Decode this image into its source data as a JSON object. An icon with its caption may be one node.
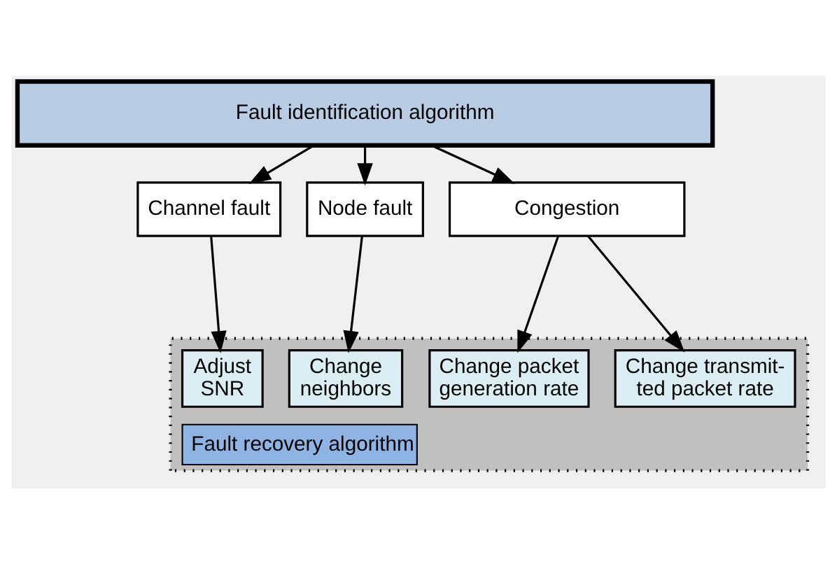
{
  "diagram": {
    "nodes": [
      {
        "text": [
          "Fault identification algorithm"
        ]
      },
      {
        "text": [
          "Channel fault"
        ]
      },
      {
        "text": [
          "Node fault"
        ]
      },
      {
        "text": [
          "Congestion"
        ]
      },
      {
        "text": [
          "Fault recovery algorithm"
        ]
      },
      {
        "text": [
          "Adjust SNR"
        ],
        "in": 4
      },
      {
        "text": [
          "Change neighbors"
        ],
        "in": 4
      },
      {
        "text": [
          "Change packet generation rate"
        ],
        "in": 4
      },
      {
        "text": [
          "Change transmit- ted packet rate"
        ],
        "in": 4
      }
    ],
    "edges": [
      {
        "from": 0,
        "to": 1,
        "arrow": "to"
      },
      {
        "from": 0,
        "to": 2,
        "arrow": "to"
      },
      {
        "from": 0,
        "to": 3,
        "arrow": "to"
      },
      {
        "from": 1,
        "to": 5,
        "arrow": "to"
      },
      {
        "from": 2,
        "to": 6,
        "arrow": "to"
      },
      {
        "from": 3,
        "to": 7,
        "arrow": "to"
      },
      {
        "from": 3,
        "to": 8,
        "arrow": "to"
      }
    ]
  }
}
